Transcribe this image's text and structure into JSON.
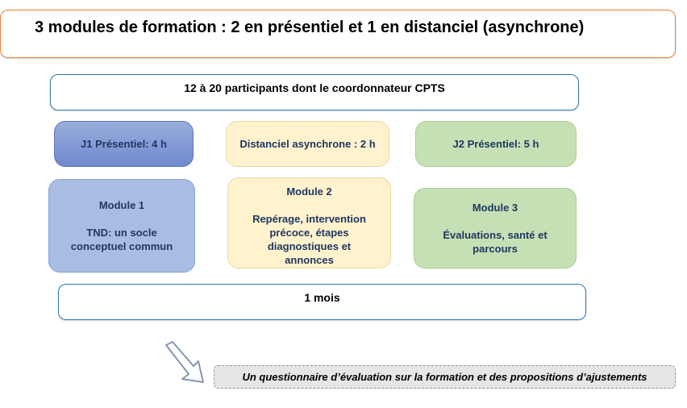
{
  "title": "3 modules de formation :  2 en présentiel et 1 en distanciel (asynchrone)",
  "participants": "12 à 20 participants dont le coordonnateur CPTS",
  "sessions": [
    {
      "label": "J1 Présentiel: 4 h"
    },
    {
      "label": "Distanciel asynchrone : 2 h"
    },
    {
      "label": "J2 Présentiel: 5 h"
    }
  ],
  "modules": [
    {
      "title": "Module 1",
      "lines": [
        "TND: un socle",
        "conceptuel commun"
      ]
    },
    {
      "title": "Module 2",
      "lines": [
        "Repérage, intervention",
        "précoce, étapes",
        "diagnostiques et",
        "annonces"
      ]
    },
    {
      "title": "Module 3",
      "lines": [
        "Évaluations,  santé et",
        "parcours"
      ]
    }
  ],
  "duration": "1 mois",
  "evaluation": "Un questionnaire d’évaluation sur la formation et des propositions d’ajustements",
  "colors": {
    "title_border": "#ED7D31",
    "box_border": "#2E75B6",
    "blue": "#A9BDE2",
    "yellow": "#FFF2CC",
    "green": "#C5E0B4",
    "text": "#1F3864"
  }
}
